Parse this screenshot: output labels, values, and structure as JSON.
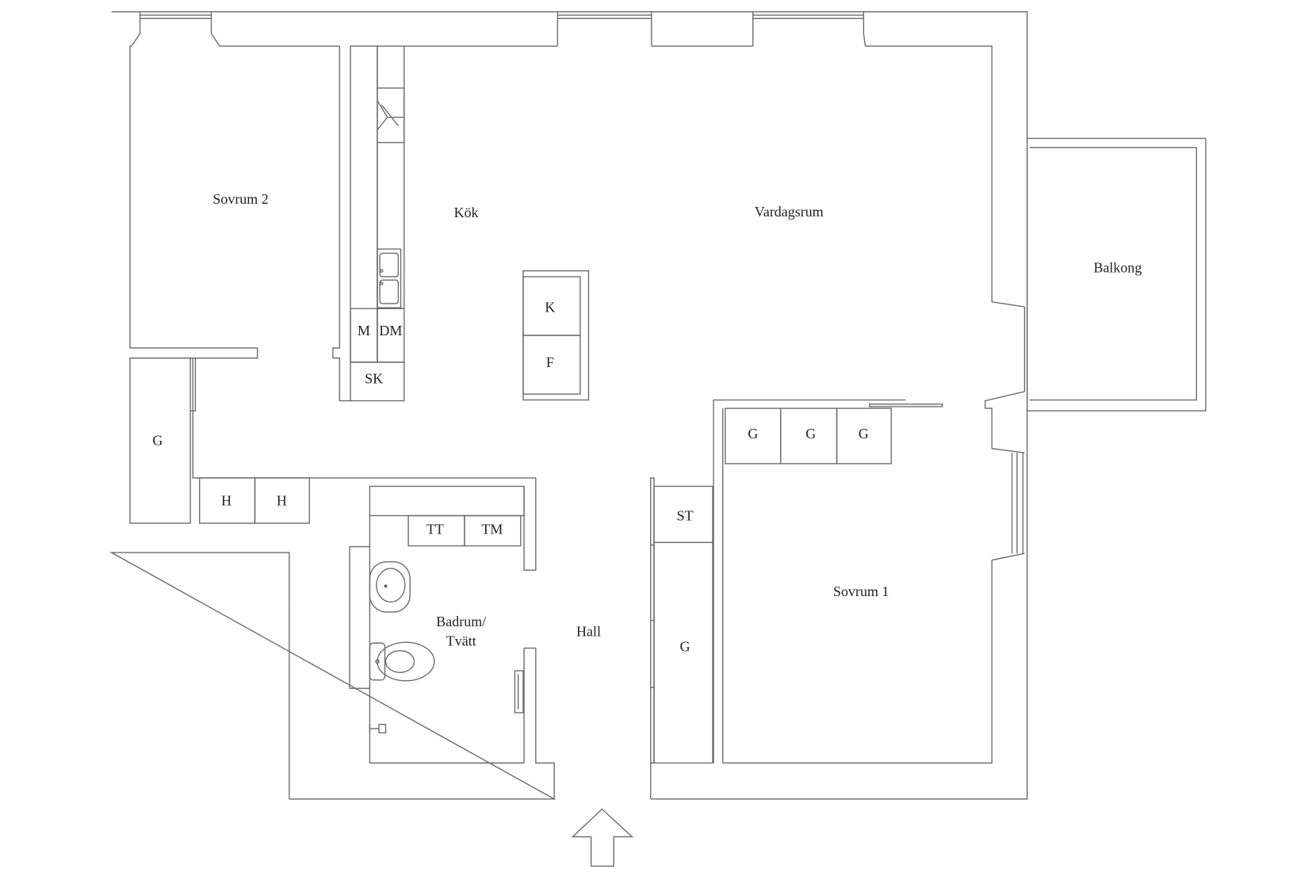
{
  "rooms": {
    "sovrum2": "Sovrum 2",
    "kok": "Kök",
    "vardagsrum": "Vardagsrum",
    "balkong": "Balkong",
    "badrum_line1": "Badrum/",
    "badrum_line2": "Tvätt",
    "hall": "Hall",
    "sovrum1": "Sovrum 1"
  },
  "fixtures": {
    "kitchen": {
      "m": "M",
      "dm": "DM",
      "sk": "SK"
    },
    "island": {
      "k": "K",
      "f": "F"
    },
    "sovrum2_closet": "G",
    "hall_closets": [
      "H",
      "H"
    ],
    "bath": {
      "tt": "TT",
      "tm": "TM"
    },
    "hall_storage": {
      "st": "ST",
      "g": "G"
    },
    "sovrum1_closets": [
      "G",
      "G",
      "G"
    ]
  },
  "icons": [
    "entrance-arrow-icon",
    "kitchen-sink-icon",
    "stove-icon",
    "wash-basin-icon",
    "toilet-icon",
    "floor-drain-icon"
  ],
  "colors": {
    "line": "#6b6b6b",
    "text": "#222222",
    "background": "#ffffff"
  }
}
